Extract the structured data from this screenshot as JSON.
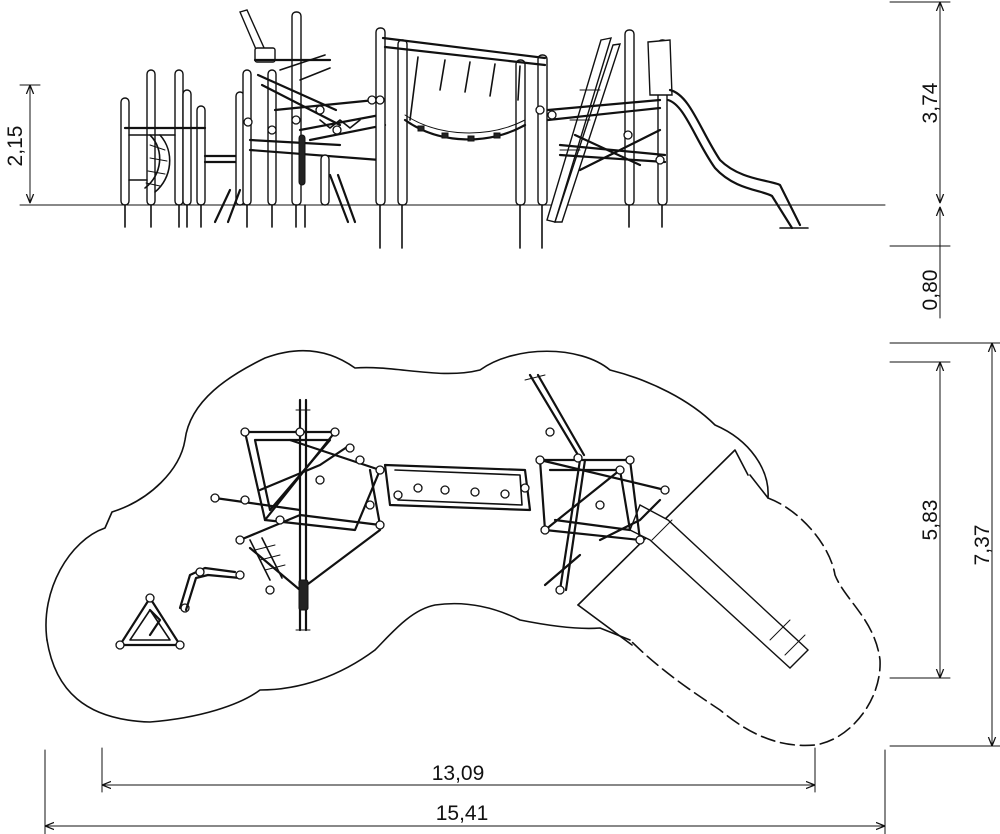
{
  "dimensions": {
    "side_view_height_left": "2,15",
    "side_view_height_right": "3,74",
    "foundation_depth": "0,80",
    "plan_inner_depth": "5,83",
    "plan_outer_depth": "7,37",
    "plan_inner_width": "13,09",
    "plan_outer_width": "15,41"
  },
  "colors": {
    "line": "#111111",
    "background": "#ffffff"
  }
}
